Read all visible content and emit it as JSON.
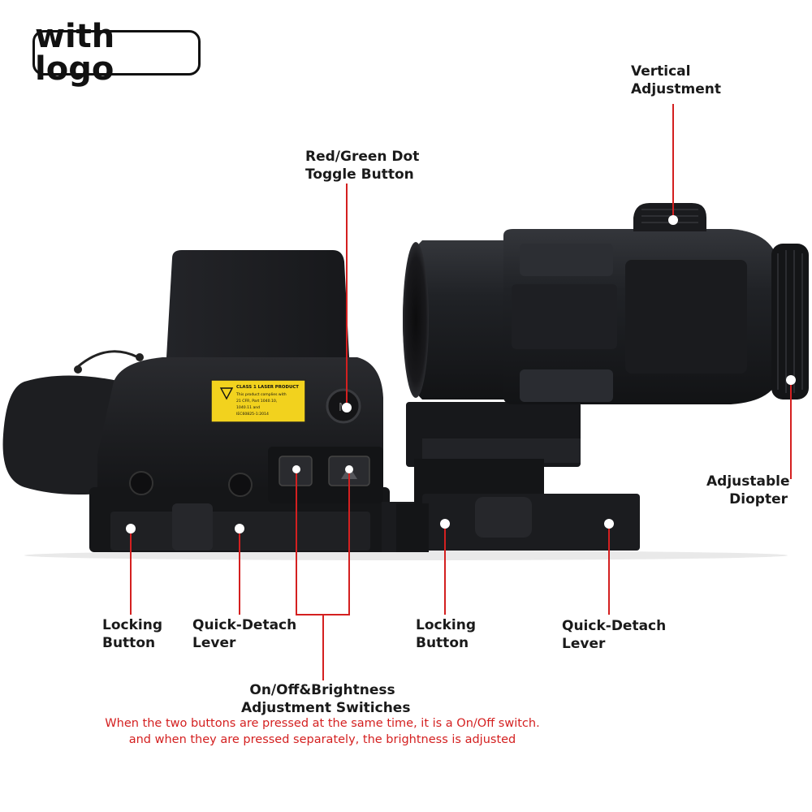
{
  "badge": {
    "text": "with logo"
  },
  "labels": {
    "vertical_adjustment": [
      "Vertical",
      "Adjustment"
    ],
    "toggle_button": [
      "Red/Green Dot",
      "Toggle Button"
    ],
    "adjustable_diopter": [
      "Adjustable",
      "Diopter"
    ],
    "locking_button_left": [
      "Locking",
      "Button"
    ],
    "quick_detach_left": [
      "Quick-Detach",
      "Lever"
    ],
    "locking_button_right": [
      "Locking",
      "Button"
    ],
    "quick_detach_right": [
      "Quick-Detach",
      "Lever"
    ],
    "brightness_switches": [
      "On/Off&Brightness",
      "Adjustment Switiches"
    ]
  },
  "note": [
    "When the two buttons are pressed at the same time, it is a On/Off switch.",
    "and when they are pressed separately, the brightness is adjusted"
  ],
  "laser_sticker": {
    "title": "CLASS 1 LASER PRODUCT",
    "lines": [
      "This product complies with",
      "21 CFR, Part 1040.10,",
      "1040.11 and",
      "IEC60825-1:2014"
    ]
  },
  "dial_letter": "M",
  "colors": {
    "callout_line": "#d42020",
    "label_text": "#1a1a1a",
    "note_text": "#d42020",
    "sticker": "#f2d21e",
    "device_body": "#1c1d20"
  }
}
